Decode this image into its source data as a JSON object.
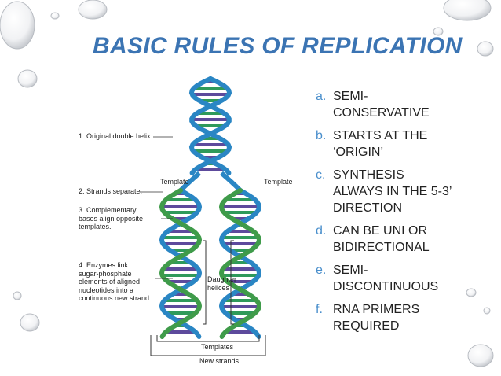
{
  "slide": {
    "title": "BASIC RULES OF REPLICATION"
  },
  "figure": {
    "steps": [
      "1. Original double helix.",
      "2. Strands separate.",
      "3. Complementary\nbases align opposite\ntemplates.",
      "4. Enzymes link\nsugar-phosphate\nelements of aligned\nnucleotides into a\ncontinuous new strand."
    ],
    "template_left": "Template",
    "template_right": "Template",
    "daughter_helices": "Daughter\nhelices",
    "templates_bottom": "Templates",
    "new_strands": "New strands"
  },
  "rules": [
    {
      "marker": "a.",
      "text": "SEMI-\nCONSERVATIVE"
    },
    {
      "marker": "b.",
      "text": "STARTS AT THE\n‘ORIGIN’"
    },
    {
      "marker": "c.",
      "text": "SYNTHESIS\nALWAYS IN THE 5-3’\nDIRECTION"
    },
    {
      "marker": "d.",
      "text": "CAN BE UNI OR\nBIDIRECTIONAL"
    },
    {
      "marker": "e.",
      "text": "SEMI-\nDISCONTINUOUS"
    },
    {
      "marker": "f.",
      "text": "RNA PRIMERS\nREQUIRED"
    }
  ],
  "colors": {
    "title": "#3b74b3",
    "bullet": "#4a8fcc",
    "template_strand": "#2a86c4",
    "new_strand": "#3f9b4a",
    "base_purple": "#5d4a9c",
    "base_green": "#2f9a5a"
  }
}
